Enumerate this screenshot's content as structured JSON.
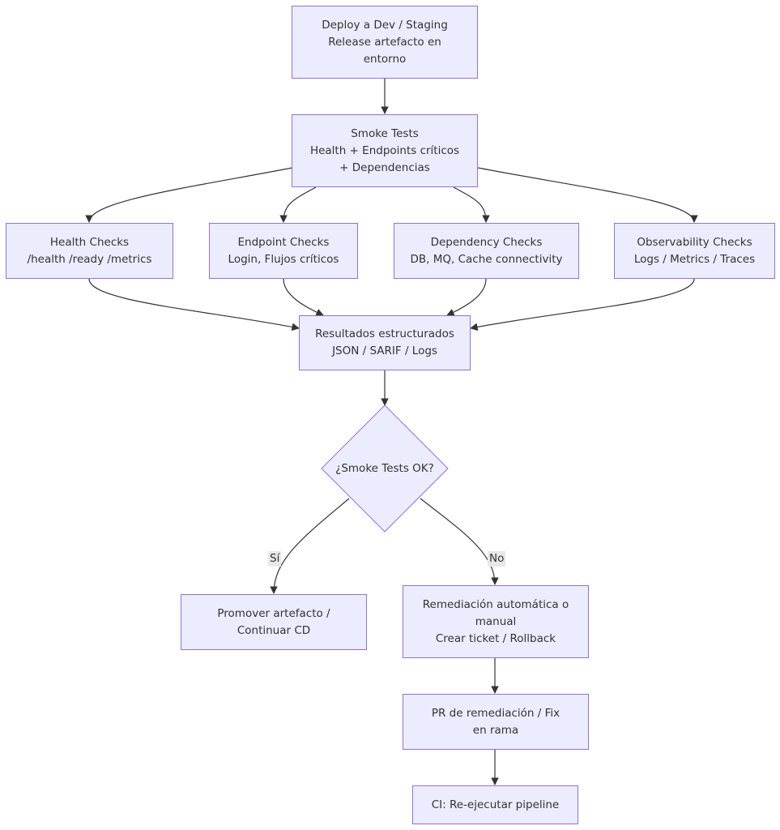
{
  "colors": {
    "node_fill": "#ececff",
    "node_border": "#9370db",
    "edge": "#333333",
    "text": "#333333",
    "edge_label_bg": "#e8e8e8"
  },
  "nodes": {
    "deploy": [
      "Deploy a Dev / Staging",
      "Release artefacto en",
      "entorno"
    ],
    "smoke": [
      "Smoke Tests",
      "Health + Endpoints críticos",
      "+ Dependencias"
    ],
    "health": [
      "Health Checks",
      "/health /ready /metrics"
    ],
    "endpoint": [
      "Endpoint Checks",
      "Login, Flujos críticos"
    ],
    "dependency": [
      "Dependency Checks",
      "DB, MQ, Cache connectivity"
    ],
    "observability": [
      "Observability Checks",
      "Logs / Metrics / Traces"
    ],
    "results": [
      "Resultados estructurados",
      "JSON / SARIF / Logs"
    ],
    "decision": [
      "¿Smoke Tests OK?"
    ],
    "promote": [
      "Promover artefacto /",
      "Continuar CD"
    ],
    "remediation": [
      "Remediación automática o",
      "manual",
      "Crear ticket / Rollback"
    ],
    "pr": [
      "PR de remediación / Fix",
      "en rama"
    ],
    "ci": [
      "CI: Re-ejecutar pipeline"
    ]
  },
  "edge_labels": {
    "yes": "Sí",
    "no": "No"
  }
}
